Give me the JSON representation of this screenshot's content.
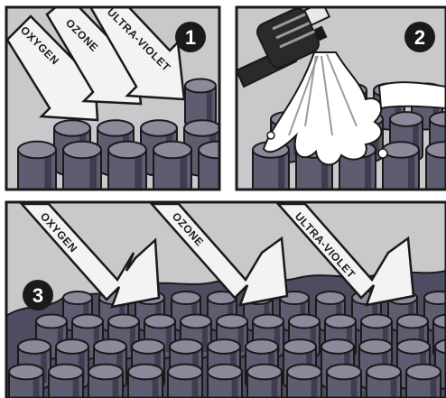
{
  "panels": [
    {
      "badge": "1",
      "arrows": [
        {
          "label": "OXYGEN"
        },
        {
          "label": "OZONE"
        },
        {
          "label": "ULTRA-VIOLET"
        }
      ]
    },
    {
      "badge": "2"
    },
    {
      "badge": "3",
      "arrows": [
        {
          "label": "OXYGEN"
        },
        {
          "label": "OZONE"
        },
        {
          "label": "ULTRA-VIOLET"
        }
      ]
    }
  ],
  "colors": {
    "ink": "#1a1a1a",
    "panel_bg": "#c9c9cc",
    "stem_face": "#5e5c70",
    "stem_top": "#8c8a9a",
    "stem_dark": "#3f3d4f",
    "arrow_fill": "#f3f3f3",
    "spray": "#ffffff"
  },
  "icons": [
    "numbered-badge",
    "spray-can",
    "rubber-stems",
    "diagonal-arrow"
  ]
}
